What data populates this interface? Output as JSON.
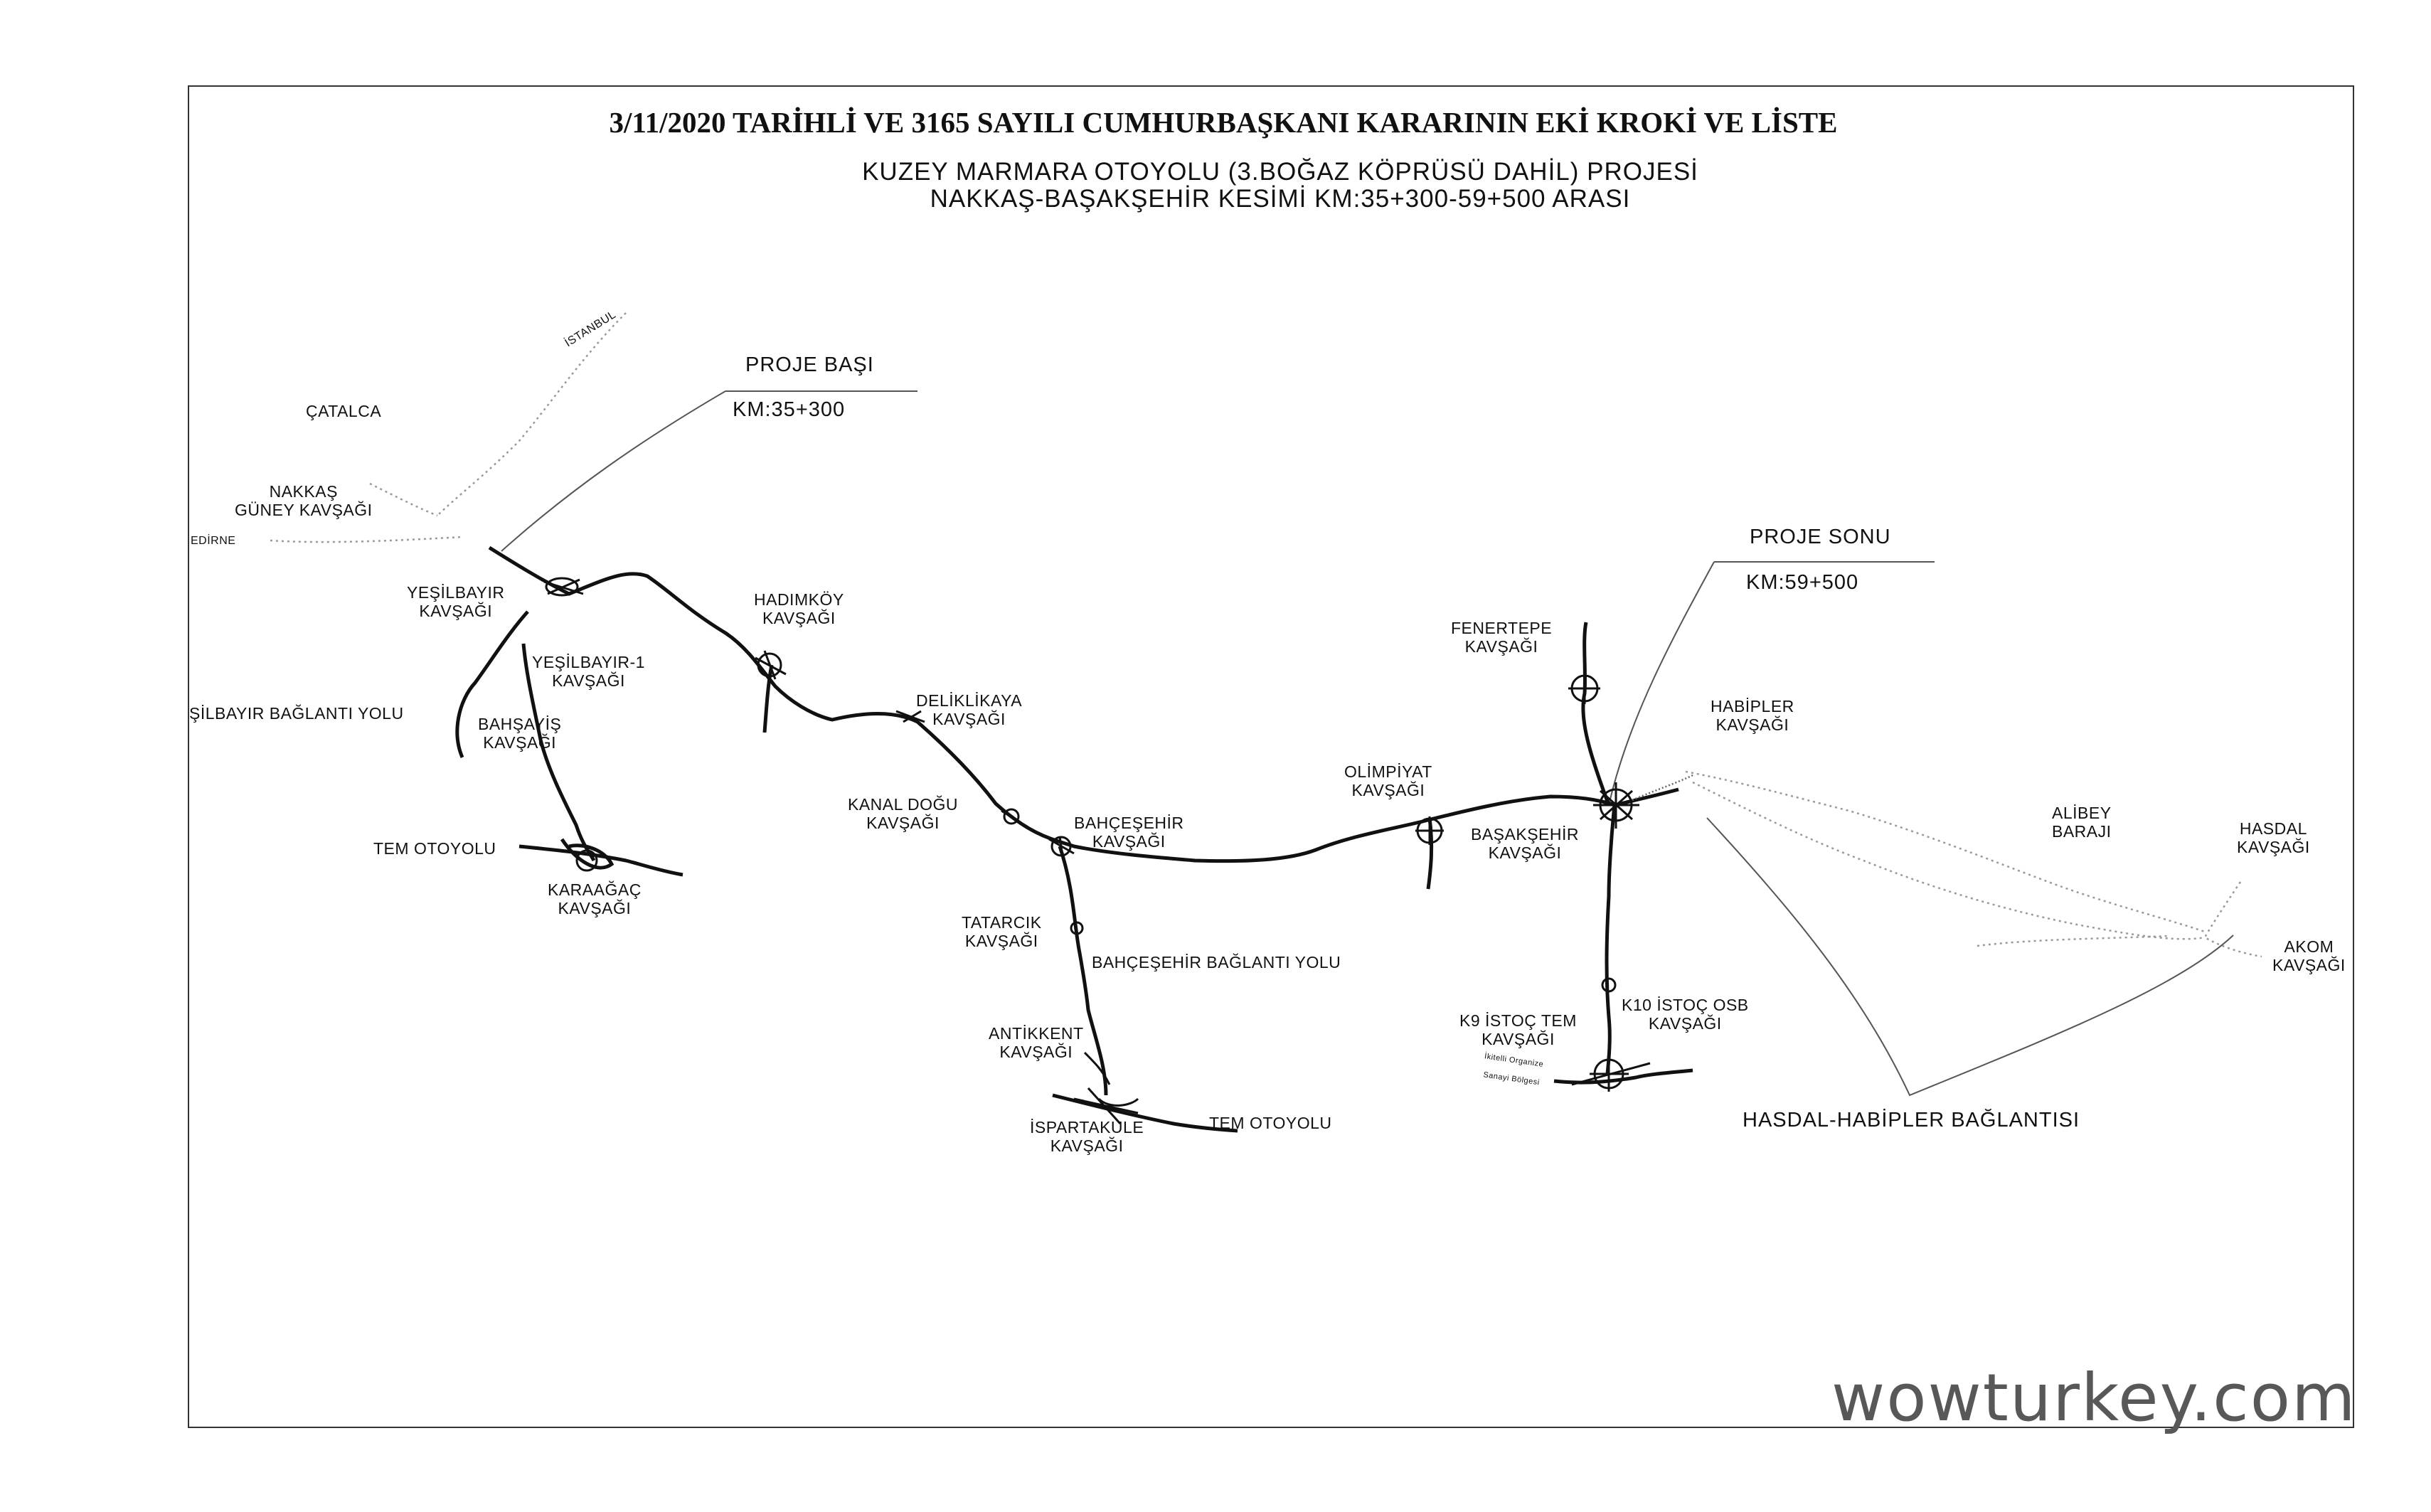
{
  "header": {
    "title": "3/11/2020 TARİHLİ VE 3165 SAYILI CUMHURBAŞKANI KARARININ EKİ KROKİ VE LİSTE",
    "subtitle_1": "KUZEY MARMARA OTOYOLU (3.BOĞAZ KÖPRÜSÜ DAHİL) PROJESİ",
    "subtitle_2": "NAKKAŞ-BAŞAKŞEHİR KESİMİ  KM:35+300-59+500  ARASI"
  },
  "callouts": {
    "start_title": "PROJE BAŞI",
    "start_km": "KM:35+300",
    "end_title": "PROJE SONU",
    "end_km": "KM:59+500"
  },
  "places": {
    "istanbul": "İSTANBUL",
    "catalca": "ÇATALCA",
    "edirne": "EDİRNE"
  },
  "junctions": {
    "nakkas_1": "NAKKAŞ",
    "nakkas_2": "GÜNEY KAVŞAĞI",
    "yesilbayir_1": "YEŞİLBAYIR",
    "yesilbayir_2": "KAVŞAĞI",
    "yesilbayir1_1": "YEŞİLBAYIR-1",
    "yesilbayir1_2": "KAVŞAĞI",
    "yesilbayir_link": "ŞİLBAYIR BAĞLANTI YOLU",
    "bahsayis_1": "BAHŞAYİŞ",
    "bahsayis_2": "KAVŞAĞI",
    "tem_left": "TEM OTOYOLU",
    "karaagac_1": "KARAAĞAÇ",
    "karaagac_2": "KAVŞAĞI",
    "hadimkoy_1": "HADIMKÖY",
    "hadimkoy_2": "KAVŞAĞI",
    "deliklikaya_1": "DELİKLİKAYA",
    "deliklikaya_2": "KAVŞAĞI",
    "kanal_1": "KANAL DOĞU",
    "kanal_2": "KAVŞAĞI",
    "bahcesehir_1": "BAHÇEŞEHİR",
    "bahcesehir_2": "KAVŞAĞI",
    "tatarcik_1": "TATARCIK",
    "tatarcik_2": "KAVŞAĞI",
    "bahcesehir_link": "BAHÇEŞEHİR BAĞLANTI YOLU",
    "antikkent_1": "ANTİKKENT",
    "antikkent_2": "KAVŞAĞI",
    "ispartakule_1": "İSPARTAKULE",
    "ispartakule_2": "KAVŞAĞI",
    "tem_mid": "TEM OTOYOLU",
    "olimpiyat_1": "OLİMPİYAT",
    "olimpiyat_2": "KAVŞAĞI",
    "fenertepe_1": "FENERTEPE",
    "fenertepe_2": "KAVŞAĞI",
    "basaksehir_1": "BAŞAKŞEHİR",
    "basaksehir_2": "KAVŞAĞI",
    "habipler_1": "HABİPLER",
    "habipler_2": "KAVŞAĞI",
    "k9_1": "K9 İSTOÇ TEM",
    "k9_2": "KAVŞAĞI",
    "k10_1": "K10 İSTOÇ OSB",
    "k10_2": "KAVŞAĞI",
    "alibey_1": "ALİBEY",
    "alibey_2": "BARAJI",
    "hasdal_1": "HASDAL",
    "hasdal_2": "KAVŞAĞI",
    "akom_1": "AKOM",
    "akom_2": "KAVŞAĞI",
    "hasdal_habipler": "HASDAL-HABİPLER BAĞLANTISI",
    "ikitelli_1": "İkitelli Organize",
    "ikitelli_2": "Sanayi Bölgesi"
  },
  "watermark": "wowturkey.com"
}
